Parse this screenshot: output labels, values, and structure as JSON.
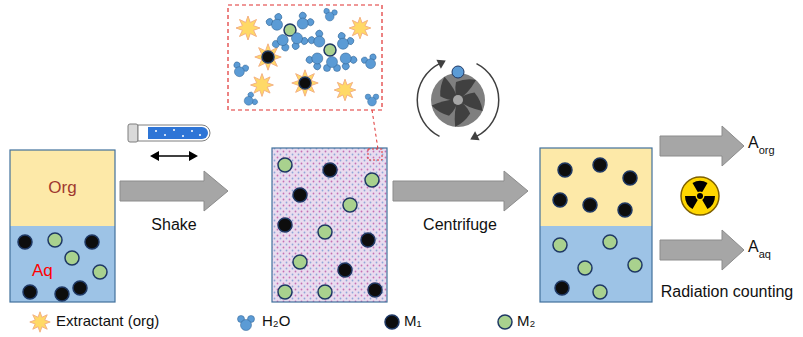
{
  "diagram": {
    "nodes": [
      {
        "text": [
          "Org"
        ]
      },
      {
        "text": [
          "Aq"
        ]
      }
    ],
    "labels": [
      "Shake",
      "Centrifuge",
      "A",
      "org",
      "A",
      "aq",
      "Radiation counting"
    ],
    "legend": [
      {
        "text": "Extractant (org)"
      },
      {
        "text": "H₂O"
      },
      {
        "text": "M₁",
        "color": "#0d0d0d"
      },
      {
        "text": "M₂",
        "color": "#a9d18e"
      }
    ]
  }
}
